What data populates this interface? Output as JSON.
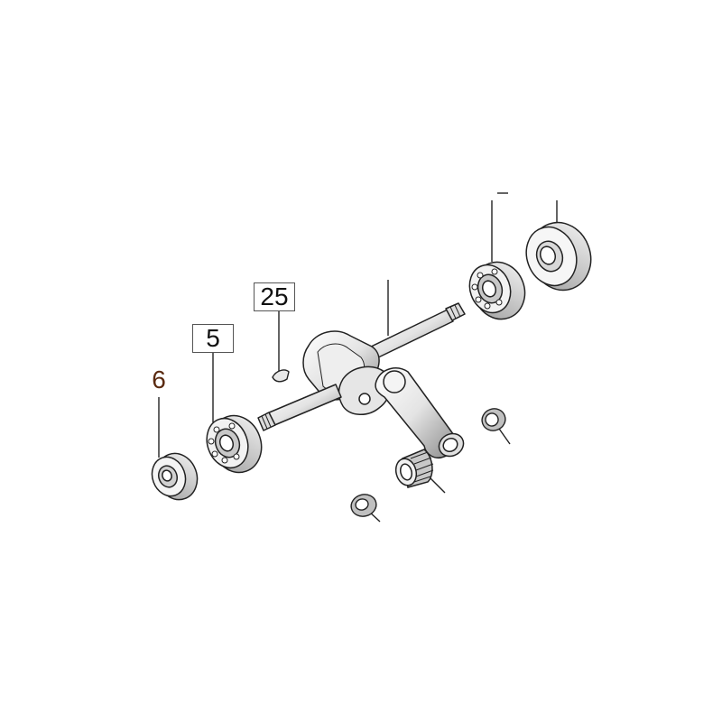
{
  "callouts": [
    {
      "id": "callout-25",
      "label": "25"
    },
    {
      "id": "callout-5",
      "label": "5"
    },
    {
      "id": "callout-6",
      "label": "6",
      "highlighted": true
    }
  ],
  "colors": {
    "highlight": "#f0a070",
    "line": "#222222",
    "shade": "#9a9a9a",
    "light_shade": "#d6d6d6"
  },
  "parts": [
    "crankshaft-icon",
    "connecting-rod-icon",
    "needle-bearing-icon",
    "ball-bearing-icon",
    "oil-seal-icon",
    "thrust-washer-icon",
    "woodruff-key-icon"
  ]
}
